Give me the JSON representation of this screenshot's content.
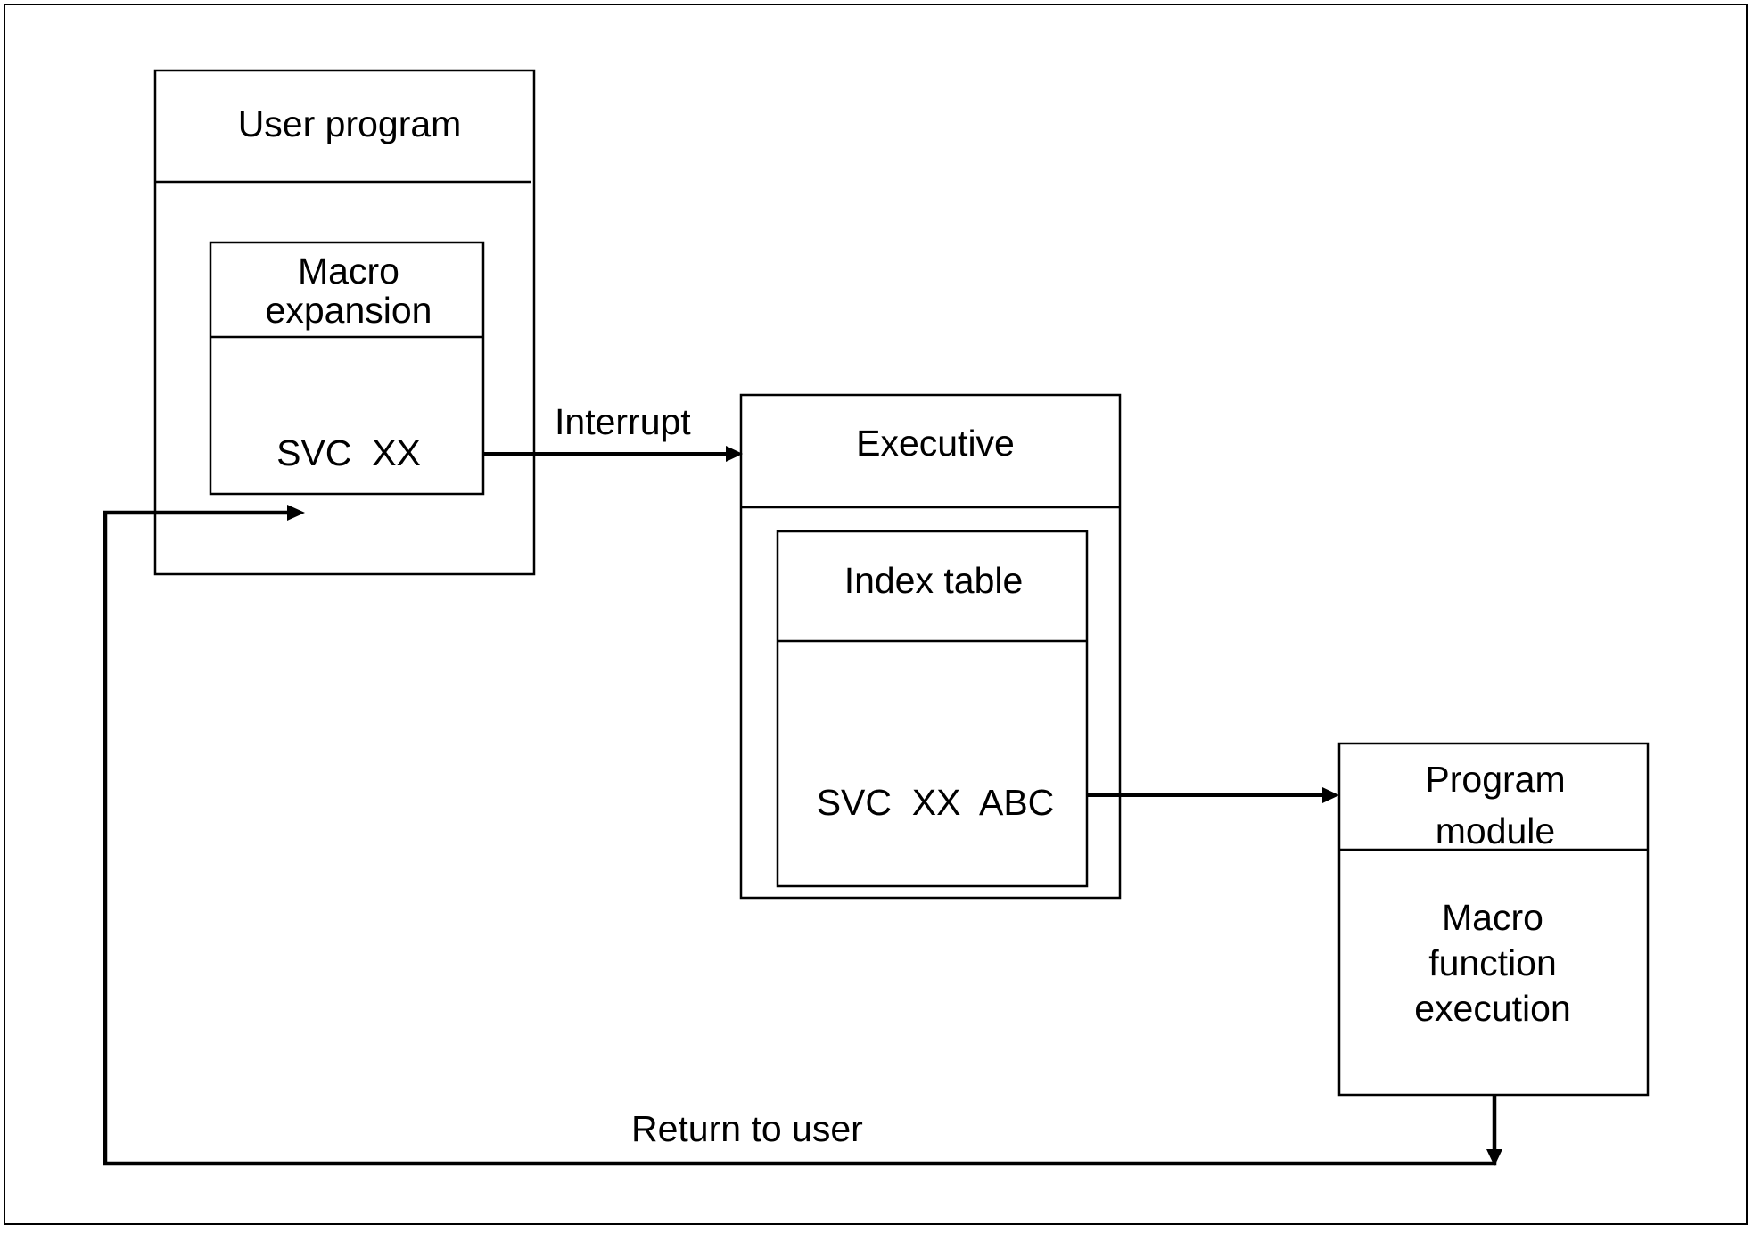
{
  "boxes": {
    "user_program": {
      "title": "User program",
      "macro_expansion": {
        "title_line1": "Macro",
        "title_line2": "expansion",
        "instruction": "SVC  XX"
      }
    },
    "executive": {
      "title": "Executive",
      "index_table": {
        "title": "Index table",
        "entry": "SVC  XX  ABC"
      }
    },
    "program_module": {
      "title_line1": "Program",
      "title_line2": "module",
      "body_line1": "Macro",
      "body_line2": "function",
      "body_line3": "execution"
    }
  },
  "arrows": {
    "interrupt_label": "Interrupt",
    "return_label": "Return to user"
  },
  "colors": {
    "stroke": "#000000",
    "background": "#ffffff"
  }
}
